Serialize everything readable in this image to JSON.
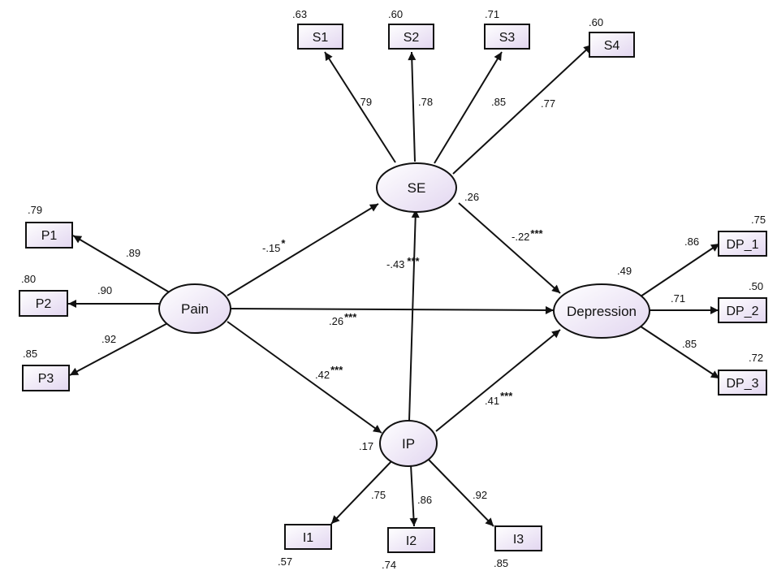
{
  "colors": {
    "node_fill_start": "#ffffff",
    "node_fill_end": "#e2d6f0",
    "stroke": "#111111",
    "background": "#ffffff"
  },
  "nodes": {
    "pain": {
      "label": "Pain"
    },
    "se": {
      "label": "SE",
      "r2": ".26"
    },
    "ip": {
      "label": "IP",
      "r2": ".17"
    },
    "depression": {
      "label": "Depression",
      "r2": ".49"
    },
    "s1": {
      "label": "S1",
      "r2": ".63"
    },
    "s2": {
      "label": "S2",
      "r2": ".60"
    },
    "s3": {
      "label": "S3",
      "r2": ".71"
    },
    "s4": {
      "label": "S4",
      "r2": ".60"
    },
    "p1": {
      "label": "P1",
      "r2": ".79"
    },
    "p2": {
      "label": "P2",
      "r2": ".80"
    },
    "p3": {
      "label": "P3",
      "r2": ".85"
    },
    "dp1": {
      "label": "DP_1",
      "r2": ".75"
    },
    "dp2": {
      "label": "DP_2",
      "r2": ".50"
    },
    "dp3": {
      "label": "DP_3",
      "r2": ".72"
    },
    "i1": {
      "label": "I1",
      "r2": ".57"
    },
    "i2": {
      "label": "I2",
      "r2": ".74"
    },
    "i3": {
      "label": "I3",
      "r2": ".85"
    }
  },
  "paths": {
    "se_s1": {
      "coef": ".79"
    },
    "se_s2": {
      "coef": ".78"
    },
    "se_s3": {
      "coef": ".85"
    },
    "se_s4": {
      "coef": ".77"
    },
    "pain_p1": {
      "coef": ".89"
    },
    "pain_p2": {
      "coef": ".90"
    },
    "pain_p3": {
      "coef": ".92"
    },
    "dep_dp1": {
      "coef": ".86"
    },
    "dep_dp2": {
      "coef": ".71"
    },
    "dep_dp3": {
      "coef": ".85"
    },
    "ip_i1": {
      "coef": ".75"
    },
    "ip_i2": {
      "coef": ".86"
    },
    "ip_i3": {
      "coef": ".92"
    },
    "pain_se": {
      "coef": "-.15",
      "sig": "*"
    },
    "ip_se": {
      "coef": "-.43",
      "sig": "***"
    },
    "se_dep": {
      "coef": "-.22",
      "sig": "***"
    },
    "pain_dep": {
      "coef": ".26",
      "sig": "***"
    },
    "pain_ip": {
      "coef": ".42",
      "sig": "***"
    },
    "ip_dep": {
      "coef": ".41",
      "sig": "***"
    }
  }
}
